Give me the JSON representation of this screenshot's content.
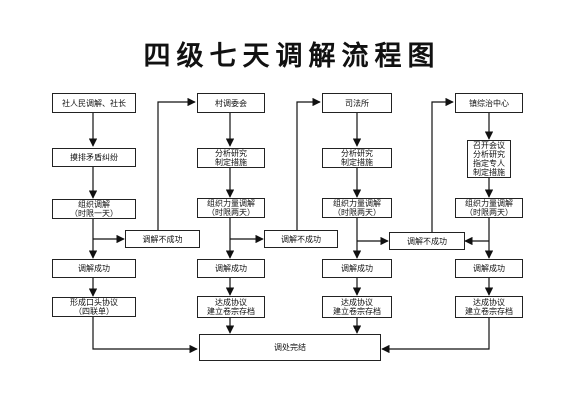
{
  "title": "四级七天调解流程图",
  "nodes": {
    "c1_head": "社人民调解、社长",
    "c1_find": "摸排矛盾纠纷",
    "c1_org": [
      "组织调解",
      "（时限一天）"
    ],
    "c1_success": "调解成功",
    "c1_agree": [
      "形成口头协议",
      "（四联单）"
    ],
    "c2_head": "村调委会",
    "c2_plan": [
      "分析研究",
      "制定措施"
    ],
    "c2_org": [
      "组织力量调解",
      "（时限两天）"
    ],
    "c2_success": "调解成功",
    "c2_agree": [
      "达成协议",
      "建立卷宗存档"
    ],
    "c3_head": "司法所",
    "c3_plan": [
      "分析研究",
      "制定措施"
    ],
    "c3_org": [
      "组织力量调解",
      "（时限两天）"
    ],
    "c3_success": "调解成功",
    "c3_agree": [
      "达成协议",
      "建立卷宗存档"
    ],
    "c4_head": "镇综治中心",
    "c4_plan": [
      "召开会议",
      "分析研究",
      "指定专人",
      "制定措施"
    ],
    "c4_org": [
      "组织力量调解",
      "（时限两天）"
    ],
    "c4_success": "调解成功",
    "c4_agree": [
      "达成协议",
      "建立卷宗存档"
    ],
    "fail1": "调解不成功",
    "fail2": "调解不成功",
    "fail3": "调解不成功",
    "end": "调处完结"
  }
}
